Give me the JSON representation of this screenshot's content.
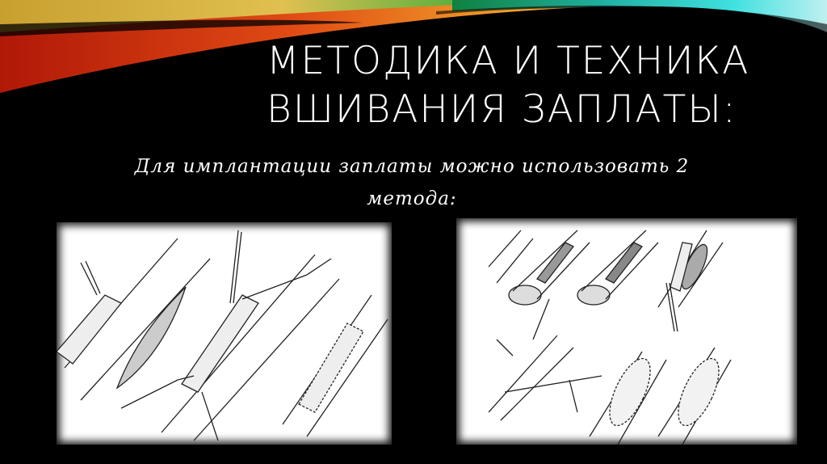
{
  "slide": {
    "title_lines": [
      "МЕТОДИКА И ТЕХНИКА",
      "ВШИВАНИЯ ЗАПЛАТЫ:"
    ],
    "subtitle_lines": [
      "Для имплантации заплаты можно использовать 2",
      "метода:"
    ],
    "colors": {
      "background": "#000000",
      "text": "#ffffff",
      "swoosh_warm": [
        "#c81e0a",
        "#e8551a",
        "#f0a030",
        "#e8d060"
      ],
      "swoosh_cool": [
        "#1a8a3a",
        "#30c0a0",
        "#40e0e0",
        "#a0f0f0"
      ]
    }
  },
  "figures": [
    {
      "name": "method-1-illustration",
      "description": "Patch suture technique on artery: incision, continuous suture with clamps, completed patch"
    },
    {
      "name": "method-2-illustration",
      "description": "Patch implantation stages: vessel opening, patch placement, suturing, completed patch"
    }
  ]
}
